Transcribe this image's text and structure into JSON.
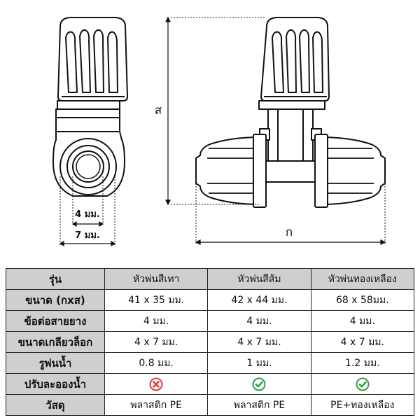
{
  "diagram": {
    "side_inner_label": "4 มม.",
    "side_outer_label": "7 มม.",
    "height_letter": "ส",
    "width_letter": "ก"
  },
  "table": {
    "corner": "รุ่น",
    "columns": [
      "หัวพ่นสีเทา",
      "หัวพ่นสีส้ม",
      "หัวพ่นทองเหลือง"
    ],
    "rows": [
      {
        "label": "ขนาด (กxส)",
        "values": [
          "41 x 35 มม.",
          "42 x 44 มม.",
          "68 x 58มม."
        ]
      },
      {
        "label": "ข้อต่อสายยาง",
        "values": [
          "4 มม.",
          "4 มม.",
          "4 มม."
        ]
      },
      {
        "label": "ขนาดเกลียวล็อก",
        "values": [
          "4 x 7 มม.",
          "4 x 7 มม.",
          "4 x 7 มม."
        ]
      },
      {
        "label": "รูพ่นน้ำ",
        "values": [
          "0.8 มม.",
          "1 มม.",
          "1.2 มม."
        ]
      },
      {
        "label": "ปรับละอองน้ำ",
        "icons": [
          "cross-icon",
          "check-icon",
          "check-icon"
        ]
      },
      {
        "label": "วัสดุ",
        "values": [
          "พลาสติก PE",
          "พลาสติก PE",
          "PE+ทองเหลือง"
        ]
      }
    ],
    "colors": {
      "header_bg": "#cfcfcf",
      "cross": "#e03c3c",
      "check": "#2e9e47"
    }
  }
}
